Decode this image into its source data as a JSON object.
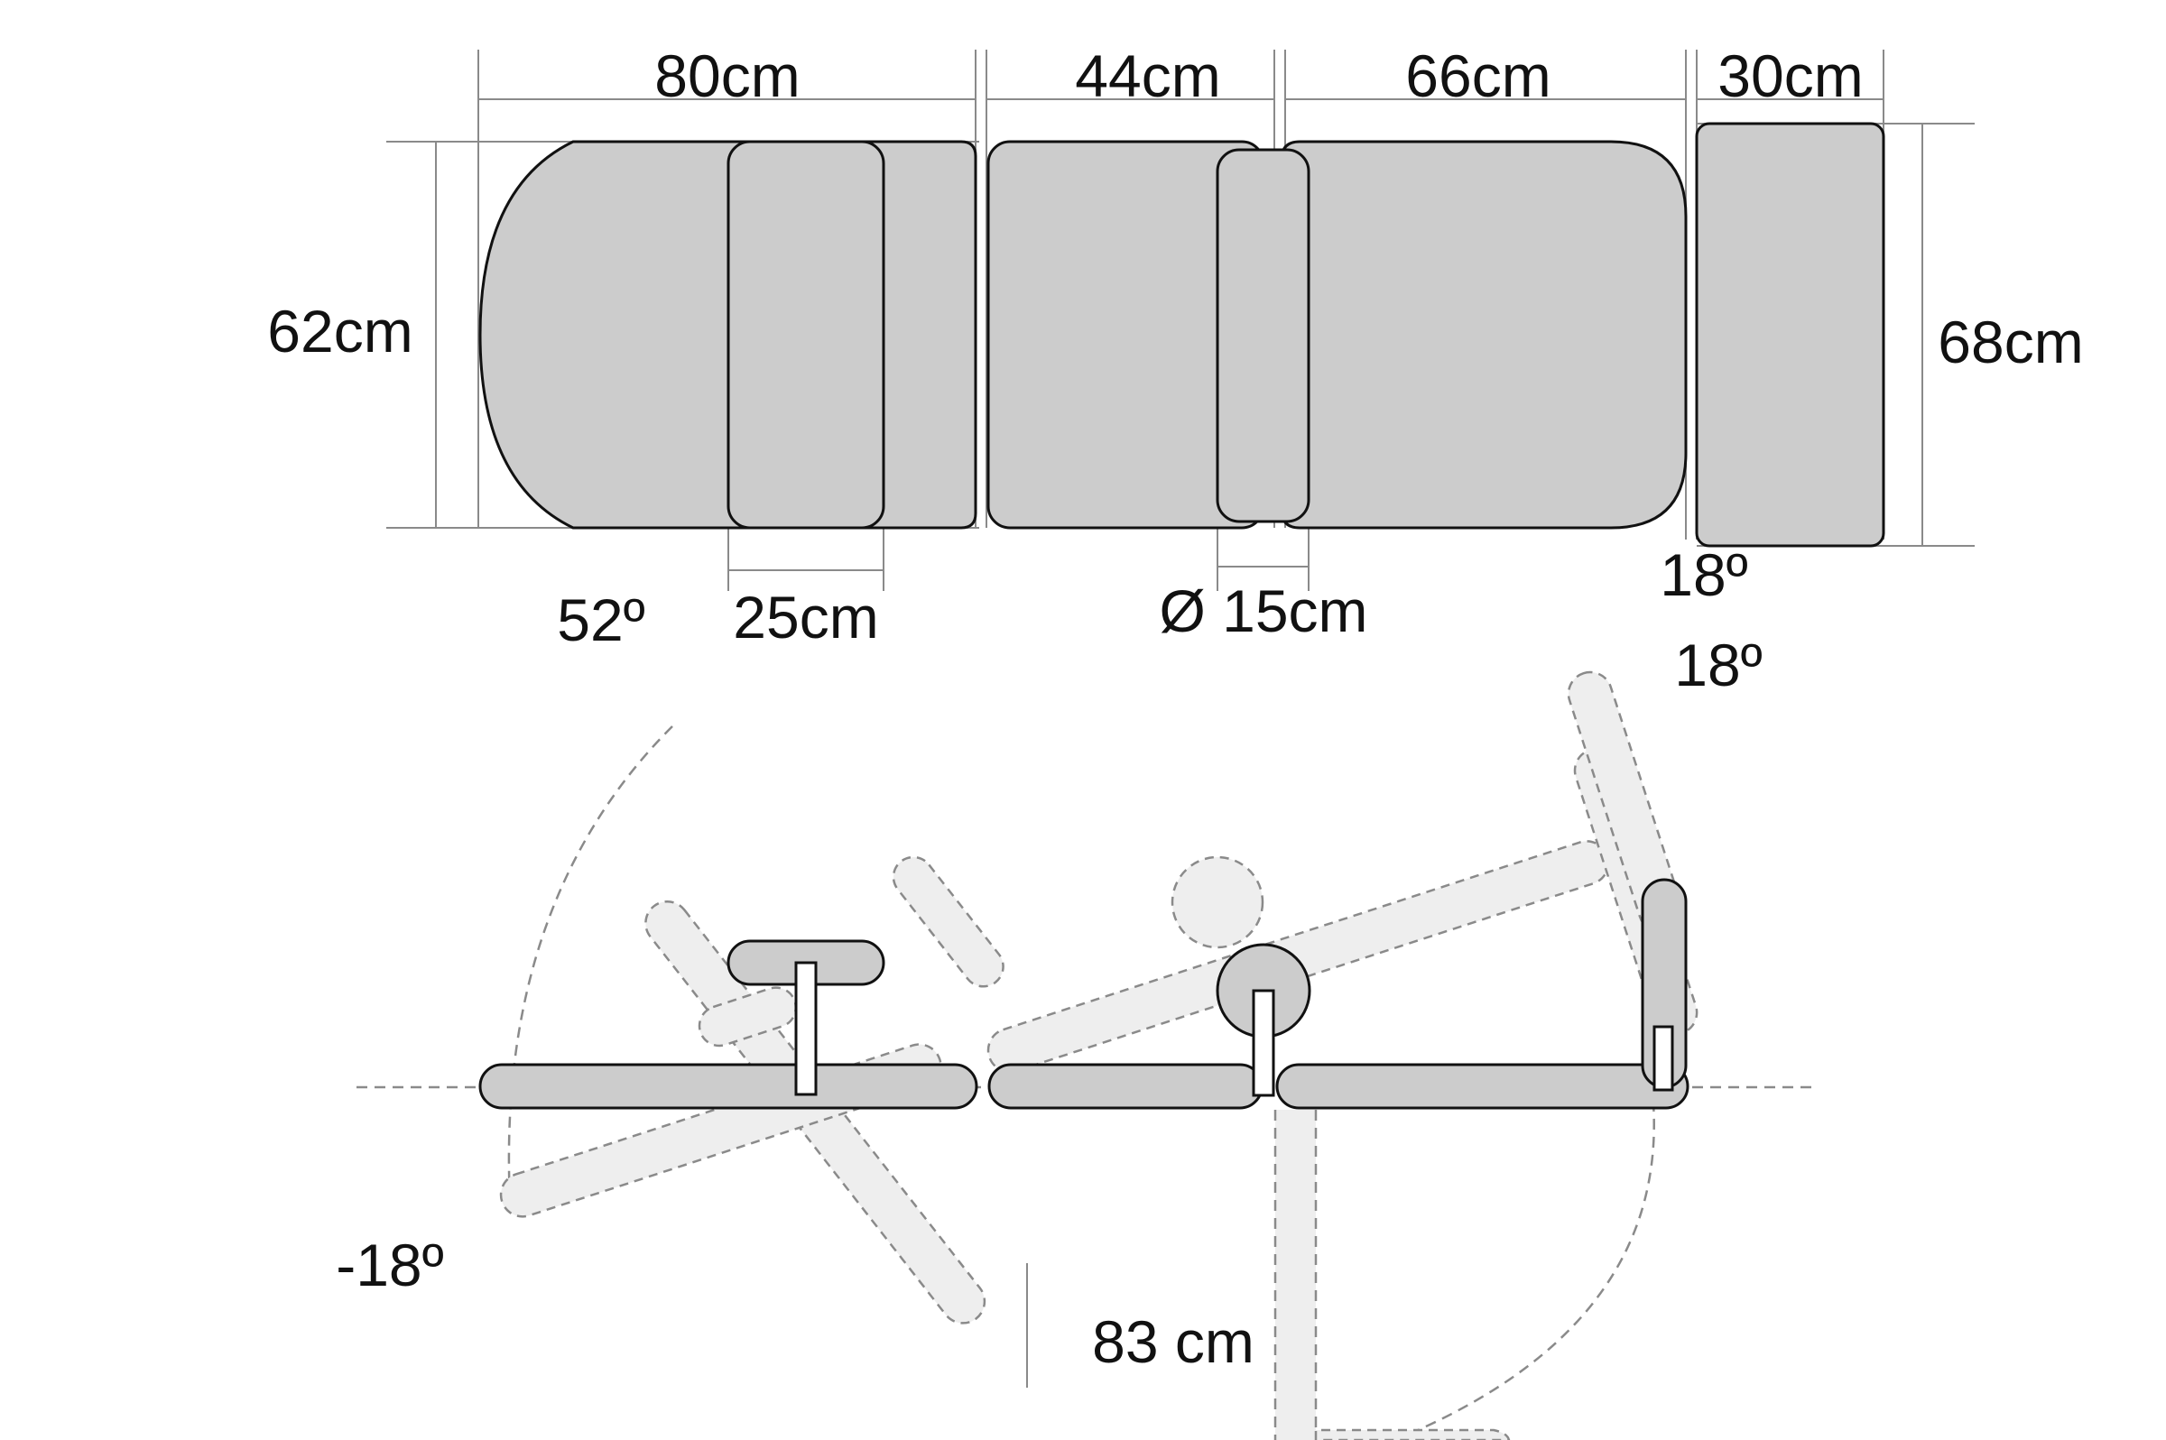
{
  "dimensions": {
    "head_length": "80cm",
    "seat_length": "44cm",
    "leg_length": "66cm",
    "foot_length": "30cm",
    "table_width": "62cm",
    "foot_width": "68cm",
    "cutout_width": "25cm",
    "roll_diameter": "Ø 15cm",
    "height": "83 cm"
  },
  "angles": {
    "head_up": "52º",
    "head_down": "-18º",
    "leg_up": "18º",
    "foot_up": "18º"
  },
  "colors": {
    "pad_fill": "#cccccc",
    "ghost_fill": "#eeeeee",
    "outline": "#111111",
    "dimension_line": "#8a8a8a"
  }
}
